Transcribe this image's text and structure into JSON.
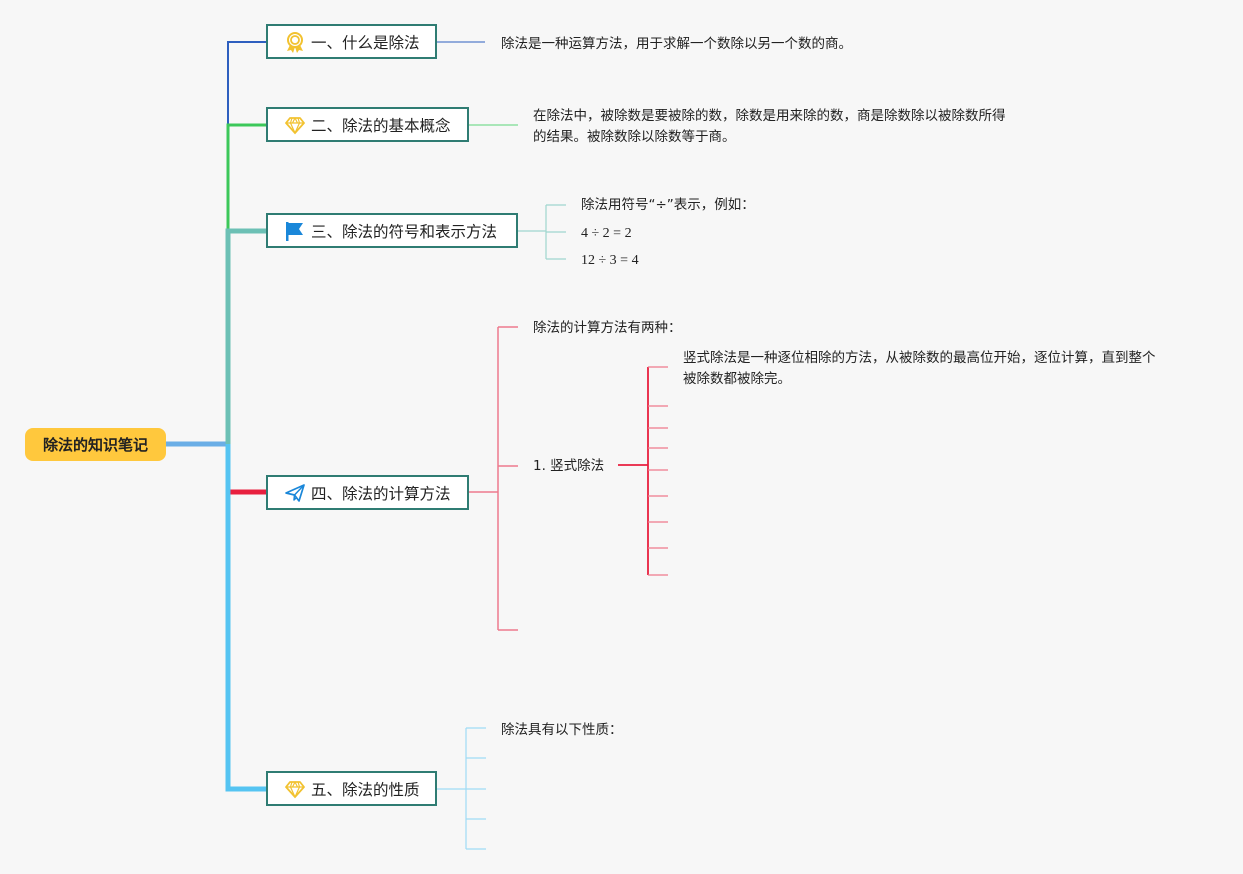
{
  "root": {
    "label": "除法的知识笔记"
  },
  "topics": [
    {
      "label": "一、什么是除法",
      "icon": "award-ribbon-icon",
      "color": "#2e5fbf",
      "note": "除法是一种运算方法，用于求解一个数除以另一个数的商。"
    },
    {
      "label": "二、除法的基本概念",
      "icon": "diamond-icon",
      "color": "#3cc85a",
      "note_line1": "在除法中，被除数是要被除的数，除数是用来除的数，商是除数除以被除数所得",
      "note_line2": "的结果。被除数除以除数等于商。"
    },
    {
      "label": "三、除法的符号和表示方法",
      "icon": "flag-icon",
      "color": "#6cc0b5",
      "notes": [
        "除法用符号“÷”表示，例如：",
        "4 ÷ 2 = 2",
        "12 ÷ 3 = 4"
      ]
    },
    {
      "label": "四、除法的计算方法",
      "icon": "paper-plane-icon",
      "color": "#e8203f",
      "note": "除法的计算方法有两种：",
      "subtopic": "1. 竖式除法",
      "sub_note_line1": "竖式除法是一种逐位相除的方法，从被除数的最高位开始，逐位计算，直到整个",
      "sub_note_line2": "被除数都被除完。"
    },
    {
      "label": "五、除法的性质",
      "icon": "diamond-icon",
      "color": "#55c4f2",
      "note": "除法具有以下性质："
    }
  ],
  "colors": {
    "background": "#f7f7f7",
    "root_fill": "#ffc83d",
    "topic_border": "#2f7c73",
    "icon_gold": "#f2c230",
    "icon_blue": "#1a87d9"
  }
}
